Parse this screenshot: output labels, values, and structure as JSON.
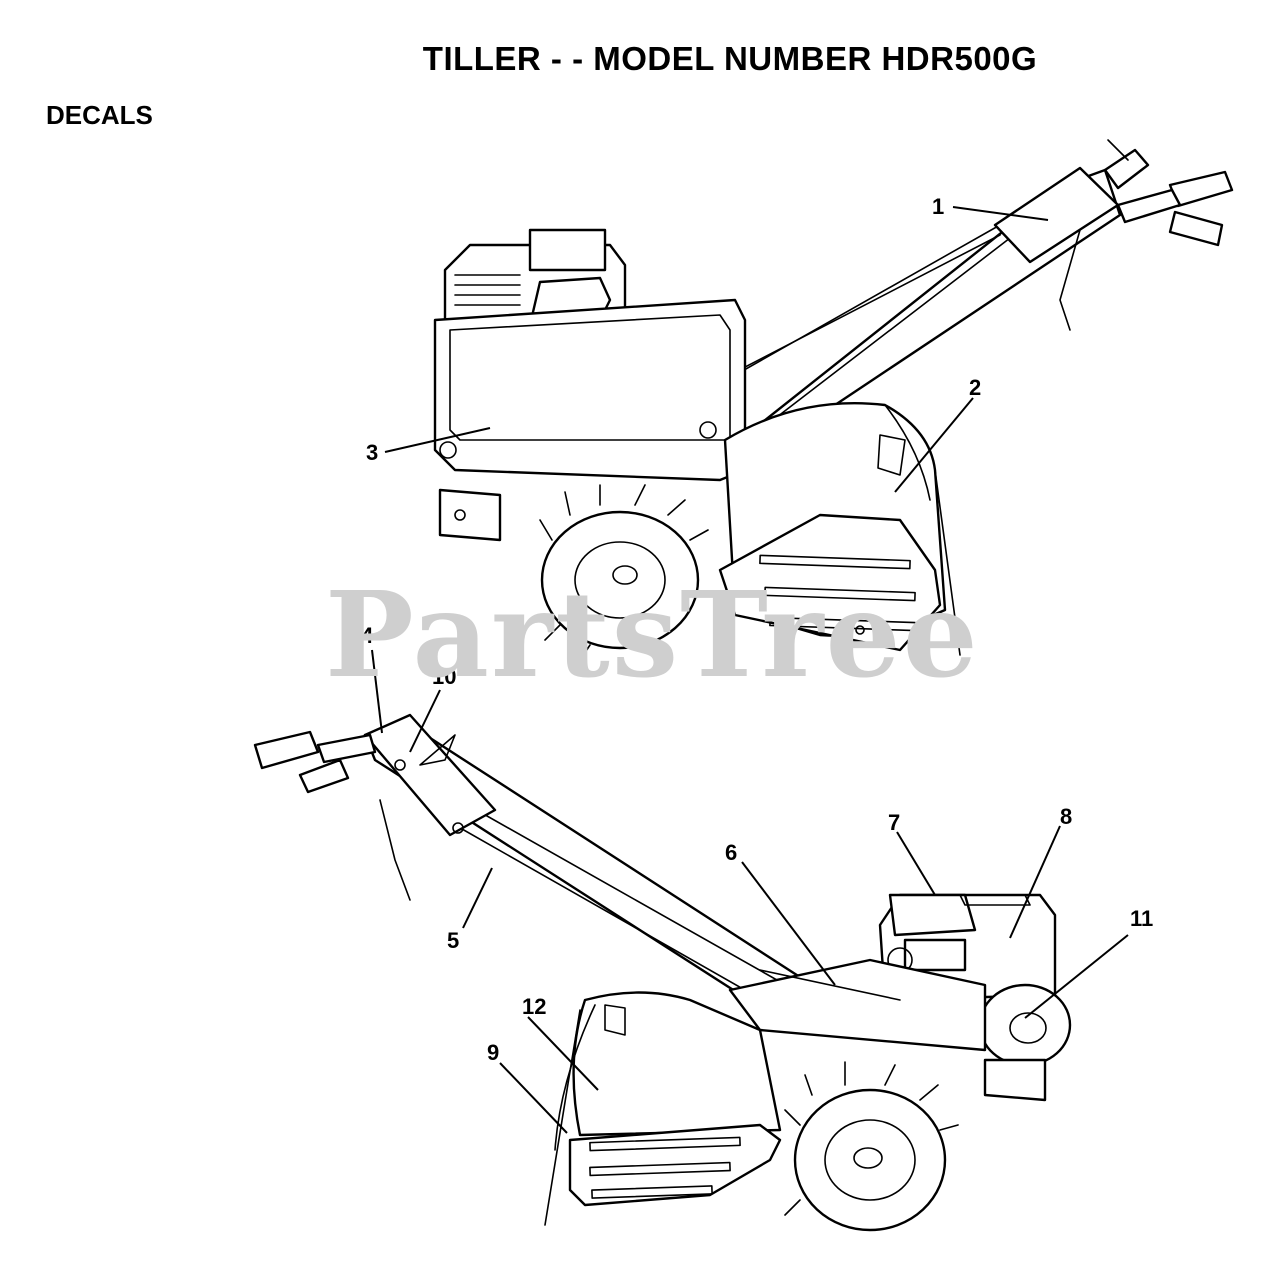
{
  "header": {
    "title": "TILLER - - MODEL NUMBER HDR500G",
    "section": "DECALS"
  },
  "watermark": "PartsTree",
  "callouts": [
    "1",
    "2",
    "3",
    "4",
    "5",
    "6",
    "7",
    "8",
    "9",
    "10",
    "11",
    "12"
  ]
}
